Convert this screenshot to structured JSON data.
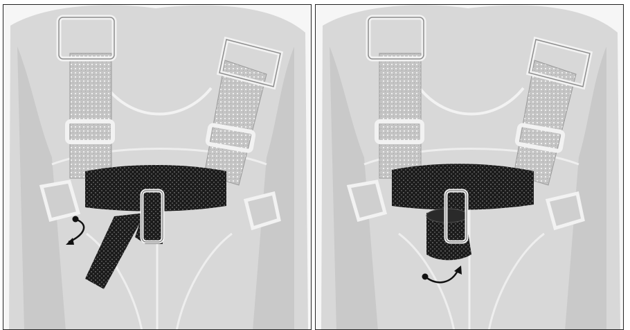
{
  "figure": {
    "panels": [
      {
        "id": "left",
        "step": "pull-strap-end-down-through-buckle",
        "arrow": "curved-arrow-down-left-icon"
      },
      {
        "id": "right",
        "step": "fold-strap-end-back-up",
        "arrow": "curved-arrow-up-right-icon"
      }
    ]
  },
  "colors": {
    "background": "#ffffff",
    "panel_border": "#222222",
    "harness_fill": "#d2d2d2",
    "harness_highlight": "#f2f2f2",
    "harness_outline": "#9a9a9a",
    "belt_webbing": "#1b1b1b",
    "arrow": "#111111"
  }
}
